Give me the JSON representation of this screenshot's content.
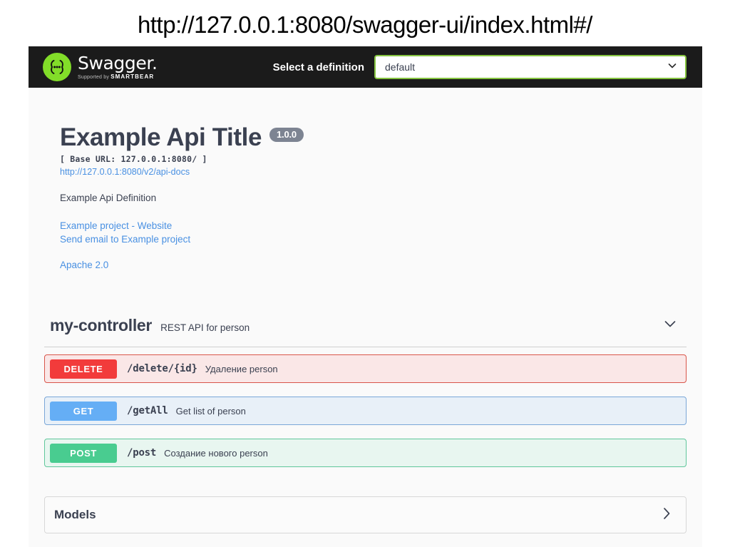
{
  "slide": {
    "url_title": "http://127.0.0.1:8080/swagger-ui/index.html#/"
  },
  "topbar": {
    "logo_word": "Swagger",
    "logo_word_suffix": ".",
    "logo_supported_by": "Supported by",
    "logo_brand": "SMARTBEAR",
    "logo_icon": "swagger-braces-icon",
    "select_label": "Select a definition",
    "selected_definition": "default",
    "caret_icon": "chevron-down-icon",
    "background": "#1b1b1b",
    "accent_green": "#82dd29",
    "select_border": "#86c440"
  },
  "info": {
    "title": "Example Api Title",
    "version": "1.0.0",
    "base_url": "[ Base URL: 127.0.0.1:8080/ ]",
    "api_docs_link": "http://127.0.0.1:8080/v2/api-docs",
    "description": "Example Api Definition",
    "links": [
      {
        "label": "Example project - Website"
      },
      {
        "label": "Send email to Example project"
      }
    ],
    "license": "Apache 2.0",
    "link_color": "#4990e2",
    "version_badge_bg": "#7d8492"
  },
  "tag": {
    "name": "my-controller",
    "description": "REST API for person",
    "chevron_icon": "chevron-down-icon"
  },
  "operations": [
    {
      "method": "DELETE",
      "path": "/delete/{id}",
      "summary": "Удаление person",
      "method_color": "#f23b3b",
      "row_bg": "#fae7e7",
      "row_border": "#d9554a"
    },
    {
      "method": "GET",
      "path": "/getAll",
      "summary": "Get list of person",
      "method_color": "#65aef5",
      "row_bg": "#e8f0f8",
      "row_border": "#7aa7d8"
    },
    {
      "method": "POST",
      "path": "/post",
      "summary": "Создание нового person",
      "method_color": "#49cc90",
      "row_bg": "#e8f6f0",
      "row_border": "#5fc79b"
    }
  ],
  "models": {
    "title": "Models",
    "chevron_icon": "chevron-right-icon"
  }
}
